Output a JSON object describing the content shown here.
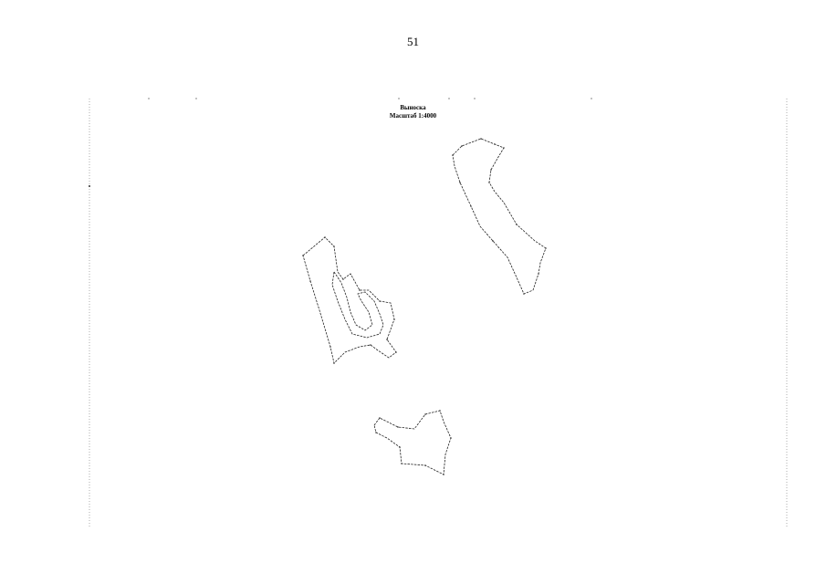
{
  "page_number": "51",
  "map": {
    "title": "Выноска",
    "scale": "Масштаб 1:4000"
  }
}
